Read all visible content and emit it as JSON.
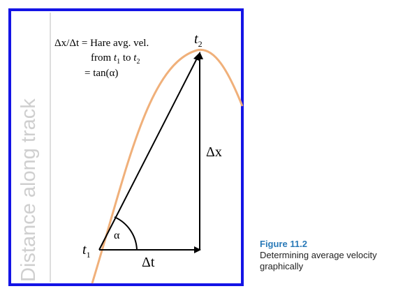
{
  "diagram": {
    "axis_label": "Distance along track",
    "annotation": {
      "line1": "Δx/Δt = Hare avg. vel.",
      "line2_prefix": "from ",
      "line2_t1": "t",
      "line2_t1_sub": "1",
      "line2_mid": " to ",
      "line2_t2": "t",
      "line2_t2_sub": "2",
      "line3": "= tan(α)"
    },
    "point_t1": {
      "symbol": "t",
      "subscript": "1"
    },
    "point_t2": {
      "symbol": "t",
      "subscript": "2"
    },
    "angle_label": "α",
    "delta_x_label": "Δx",
    "delta_t_label": "Δt",
    "colors": {
      "border": "#1414e6",
      "curve": "#f0b07a",
      "lines": "#000000",
      "axis_label": "#cfcfcf"
    }
  },
  "caption": {
    "label": "Figure 11.2",
    "text": "Determining average velocity graphically"
  }
}
